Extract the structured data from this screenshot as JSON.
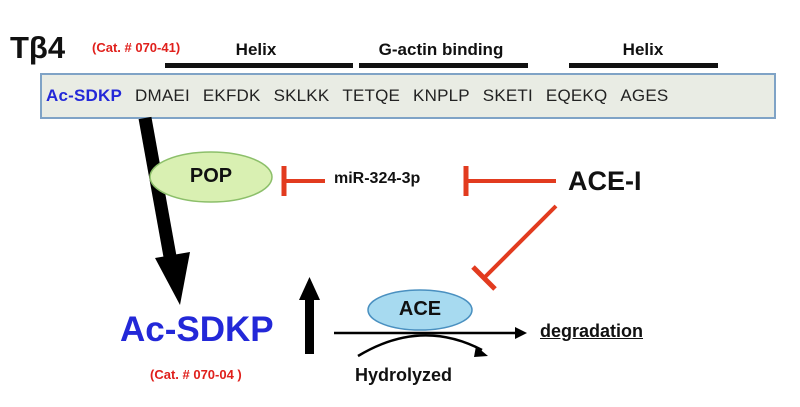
{
  "protein": {
    "title": "Tβ4",
    "catalog": "(Cat. # 070-41)"
  },
  "segments": {
    "helix1": "Helix",
    "gactin": "G-actin binding",
    "helix2": "Helix"
  },
  "sequence": [
    "Ac-SDKP",
    "DMAEI",
    "EKFDK",
    "SKLKK",
    "TETQE",
    "KNPLP",
    "SKETI",
    "EQEKQ",
    "AGES"
  ],
  "nodes": {
    "pop": "POP",
    "mirna": "miR-324-3p",
    "ace_i": "ACE-I",
    "ace": "ACE",
    "product": "Ac-SDKP",
    "product_catalog": "(Cat. # 070-04 )",
    "degradation": "degradation",
    "hydrolyzed": "Hydrolyzed"
  },
  "colors": {
    "inhibit": "#e23b1f",
    "peptide_blue": "#2328d8",
    "catalog_red": "#e0201c",
    "pop_fill": "#d9f0b2",
    "ace_fill": "#a7daf0"
  }
}
